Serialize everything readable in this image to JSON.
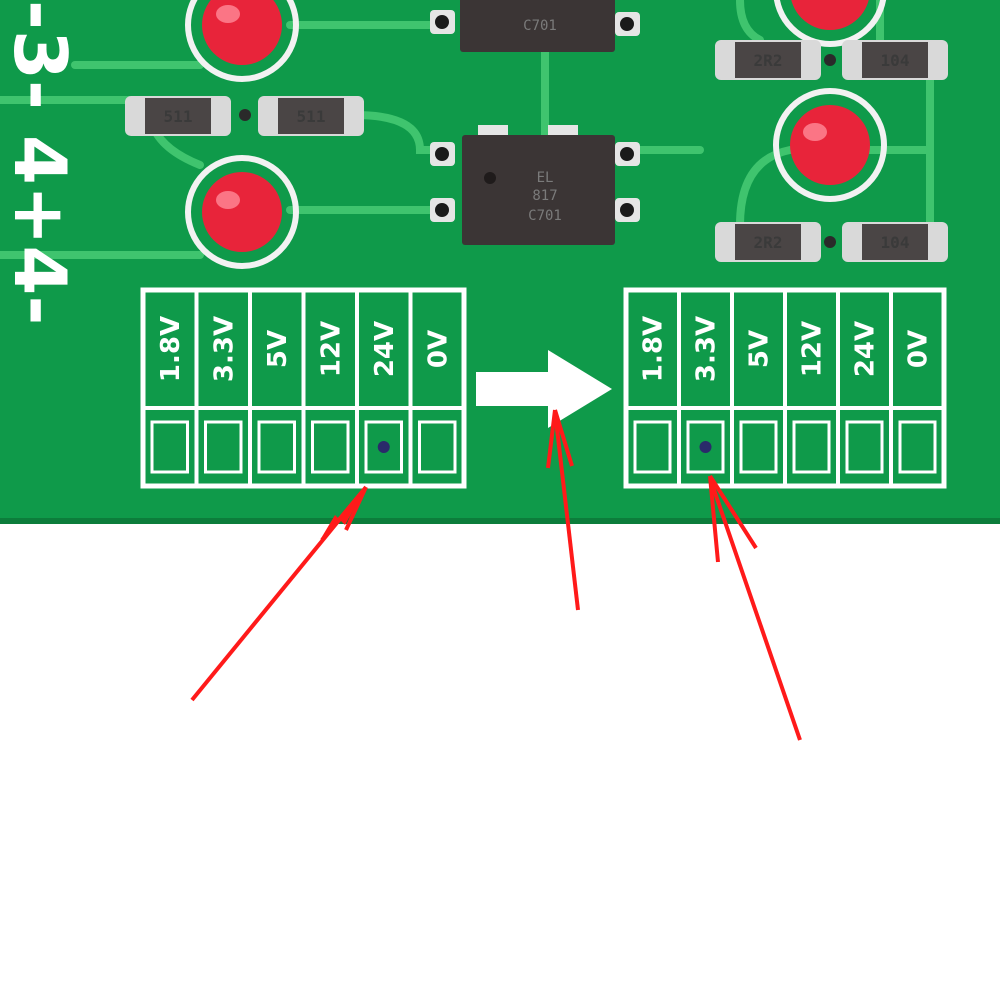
{
  "scene": {
    "description_label": "",
    "board_edge_label": "-3- 4+4-",
    "colors": {
      "pcb_green": "#0f9a4a",
      "pcb_trace": "#3fc46e",
      "silkscreen": "#ffffff",
      "led_red": "#e8243a",
      "chip_body": "#3b3535",
      "arrow_red": "#ff1a1a",
      "solder_dot": "#2a2a6a",
      "background": "#ffffff"
    }
  },
  "resistors": {
    "left_pair": [
      "511",
      "511"
    ],
    "right_top": [
      "2R2",
      "104"
    ],
    "right_bottom": [
      "2R2",
      "104"
    ]
  },
  "chip_markings": {
    "top_chip": [
      "C701"
    ],
    "middle_chip": [
      "EL",
      "817",
      "C701"
    ]
  },
  "selector_before": {
    "options": [
      "1.8V",
      "3.3V",
      "5V",
      "12V",
      "24V",
      "0V"
    ],
    "selected_index": 4
  },
  "selector_after": {
    "options": [
      "1.8V",
      "3.3V",
      "5V",
      "12V",
      "24V",
      "0V"
    ],
    "selected_index": 1
  },
  "icons": {
    "transition_arrow": "right-arrow-icon",
    "pointer_arrows": [
      "red-arrow-icon",
      "red-arrow-icon",
      "red-arrow-icon"
    ]
  }
}
